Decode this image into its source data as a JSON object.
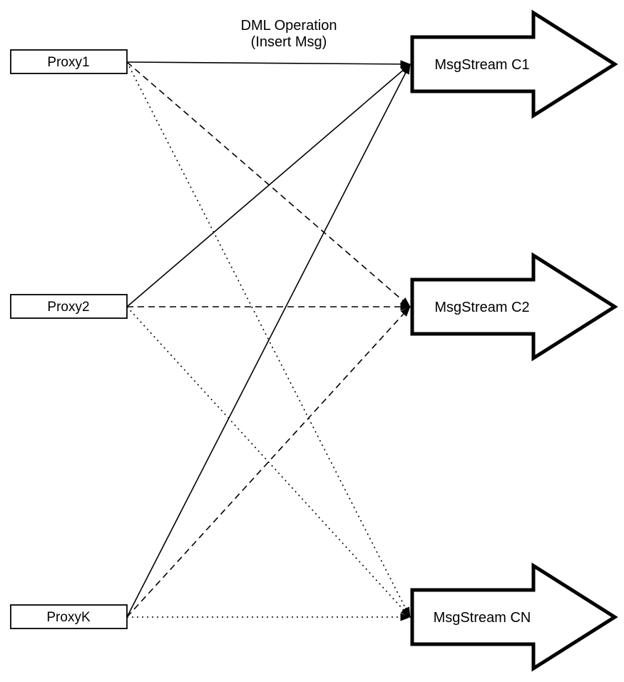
{
  "title": {
    "line1": "DML Operation",
    "line2": "(Insert Msg)"
  },
  "diagram": {
    "proxies": [
      {
        "id": "proxy1",
        "label": "Proxy1"
      },
      {
        "id": "proxy2",
        "label": "Proxy2"
      },
      {
        "id": "proxyk",
        "label": "ProxyK"
      }
    ],
    "streams": [
      {
        "id": "c1",
        "label": "MsgStream C1"
      },
      {
        "id": "c2",
        "label": "MsgStream C2"
      },
      {
        "id": "cn",
        "label": "MsgStream CN"
      }
    ],
    "edges": [
      {
        "from": "proxy1",
        "to": "c1",
        "style": "solid"
      },
      {
        "from": "proxy2",
        "to": "c1",
        "style": "solid"
      },
      {
        "from": "proxyk",
        "to": "c1",
        "style": "solid"
      },
      {
        "from": "proxy1",
        "to": "c2",
        "style": "dashed"
      },
      {
        "from": "proxy2",
        "to": "c2",
        "style": "dashed"
      },
      {
        "from": "proxyk",
        "to": "c2",
        "style": "dashed"
      },
      {
        "from": "proxy1",
        "to": "cn",
        "style": "dotted"
      },
      {
        "from": "proxy2",
        "to": "cn",
        "style": "dotted"
      },
      {
        "from": "proxyk",
        "to": "cn",
        "style": "dotted"
      }
    ],
    "colors": {
      "line": "#000000",
      "box_fill": "#ffffff",
      "box_border": "#000000"
    }
  }
}
